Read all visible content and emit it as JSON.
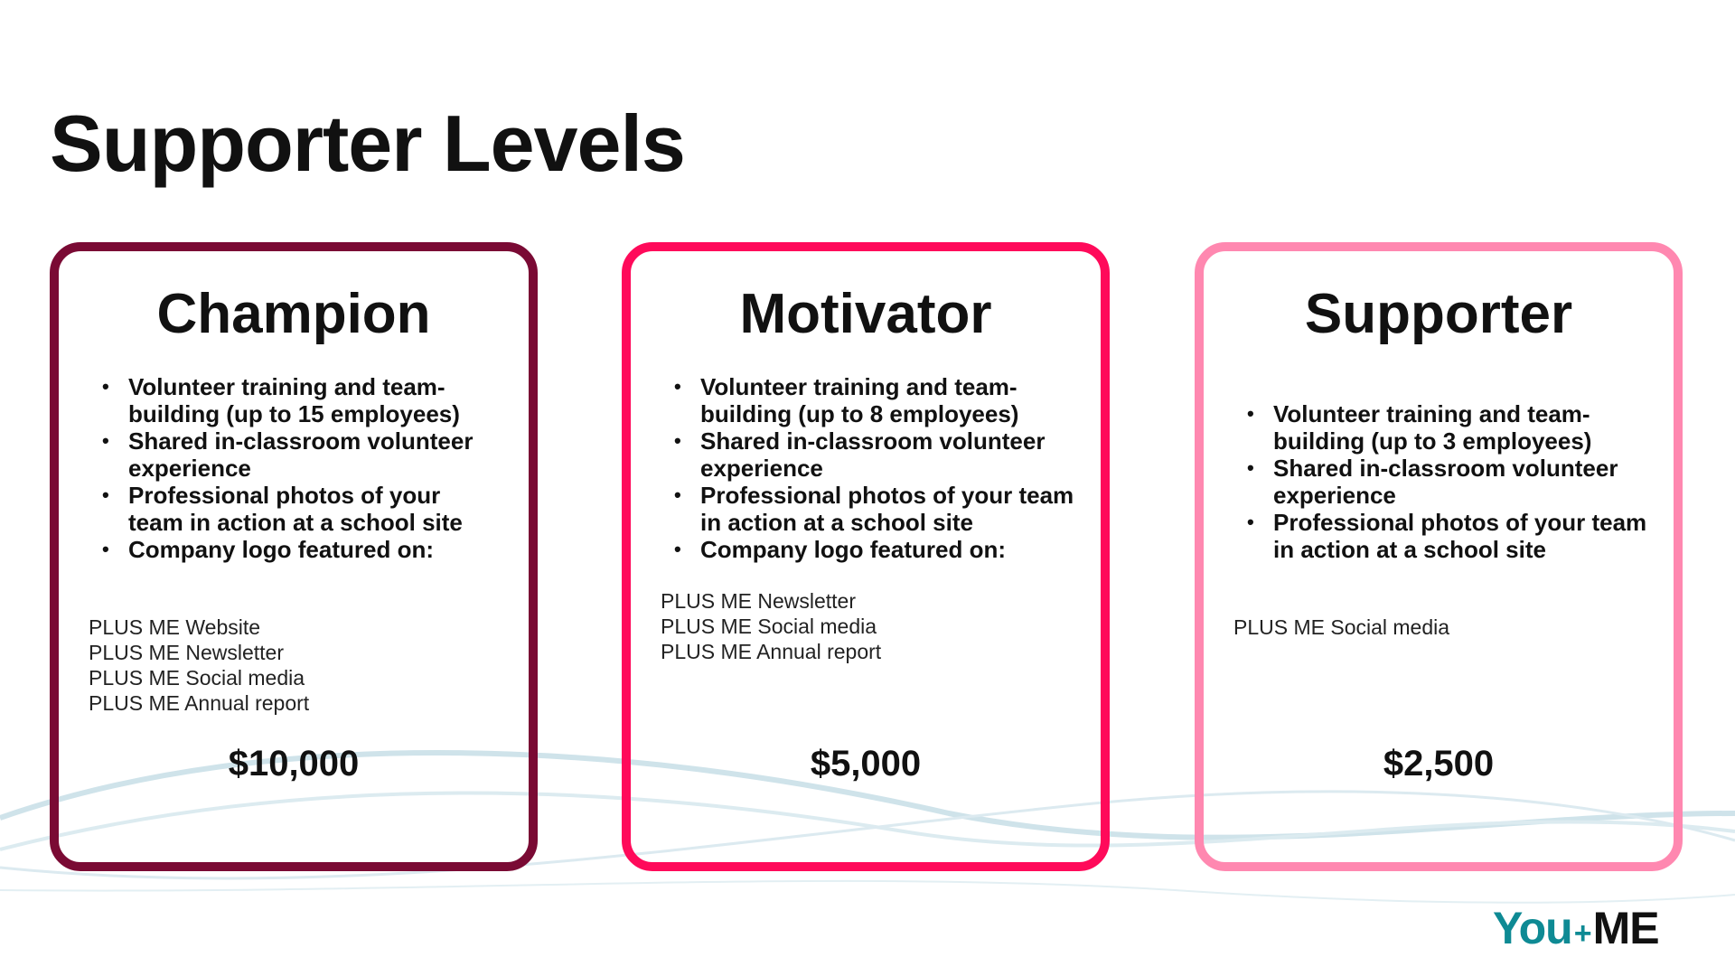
{
  "slide": {
    "title": "Supporter Levels"
  },
  "tiers": [
    {
      "name": "Champion",
      "border_color": "#7a0a34",
      "benefits": [
        "Volunteer training and team-building (up to 15 employees)",
        "Shared in-classroom volunteer experience",
        "Professional photos of your team in action at a school site",
        "Company logo featured on:"
      ],
      "featured_on": [
        "PLUS ME Website",
        "PLUS ME Newsletter",
        "PLUS ME Social media",
        "PLUS ME Annual report"
      ],
      "price": "$10,000"
    },
    {
      "name": "Motivator",
      "border_color": "#ff0a5a",
      "benefits": [
        "Volunteer training and team-building (up to 8 employees)",
        "Shared in-classroom volunteer experience",
        "Professional photos of your team in action at a school site",
        "Company logo featured on:"
      ],
      "featured_on": [
        "PLUS ME Newsletter",
        "PLUS ME Social media",
        "PLUS ME Annual report"
      ],
      "price": "$5,000"
    },
    {
      "name": "Supporter",
      "border_color": "#ff88b0",
      "benefits": [
        "Volunteer training and team-building (up to 3 employees)",
        "Shared in-classroom volunteer experience",
        "Professional photos of your team in action at a school site"
      ],
      "featured_on": [
        "PLUS ME Social media"
      ],
      "price": "$2,500"
    }
  ],
  "logo": {
    "you": "You",
    "plus": "+",
    "me": "ME",
    "accent_color": "#0e8a94"
  },
  "colors": {
    "background": "#ffffff",
    "wave": "#cfe3ea"
  }
}
